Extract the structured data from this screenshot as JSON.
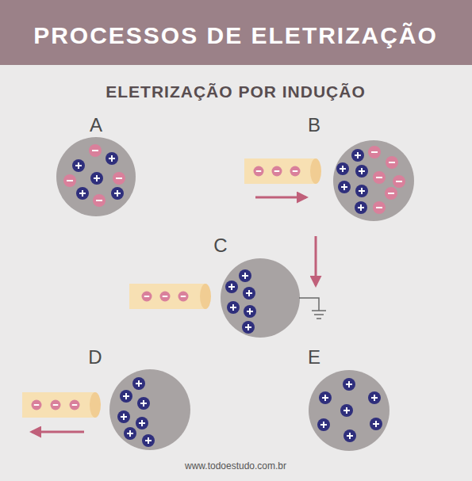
{
  "diagram": {
    "title": "PROCESSOS DE ELETRIZAÇÃO",
    "labels": [
      "ELETRIZAÇÃO POR INDUÇÃO",
      "A",
      "B",
      "C",
      "D",
      "E",
      "www.todoestudo.com.br"
    ]
  }
}
